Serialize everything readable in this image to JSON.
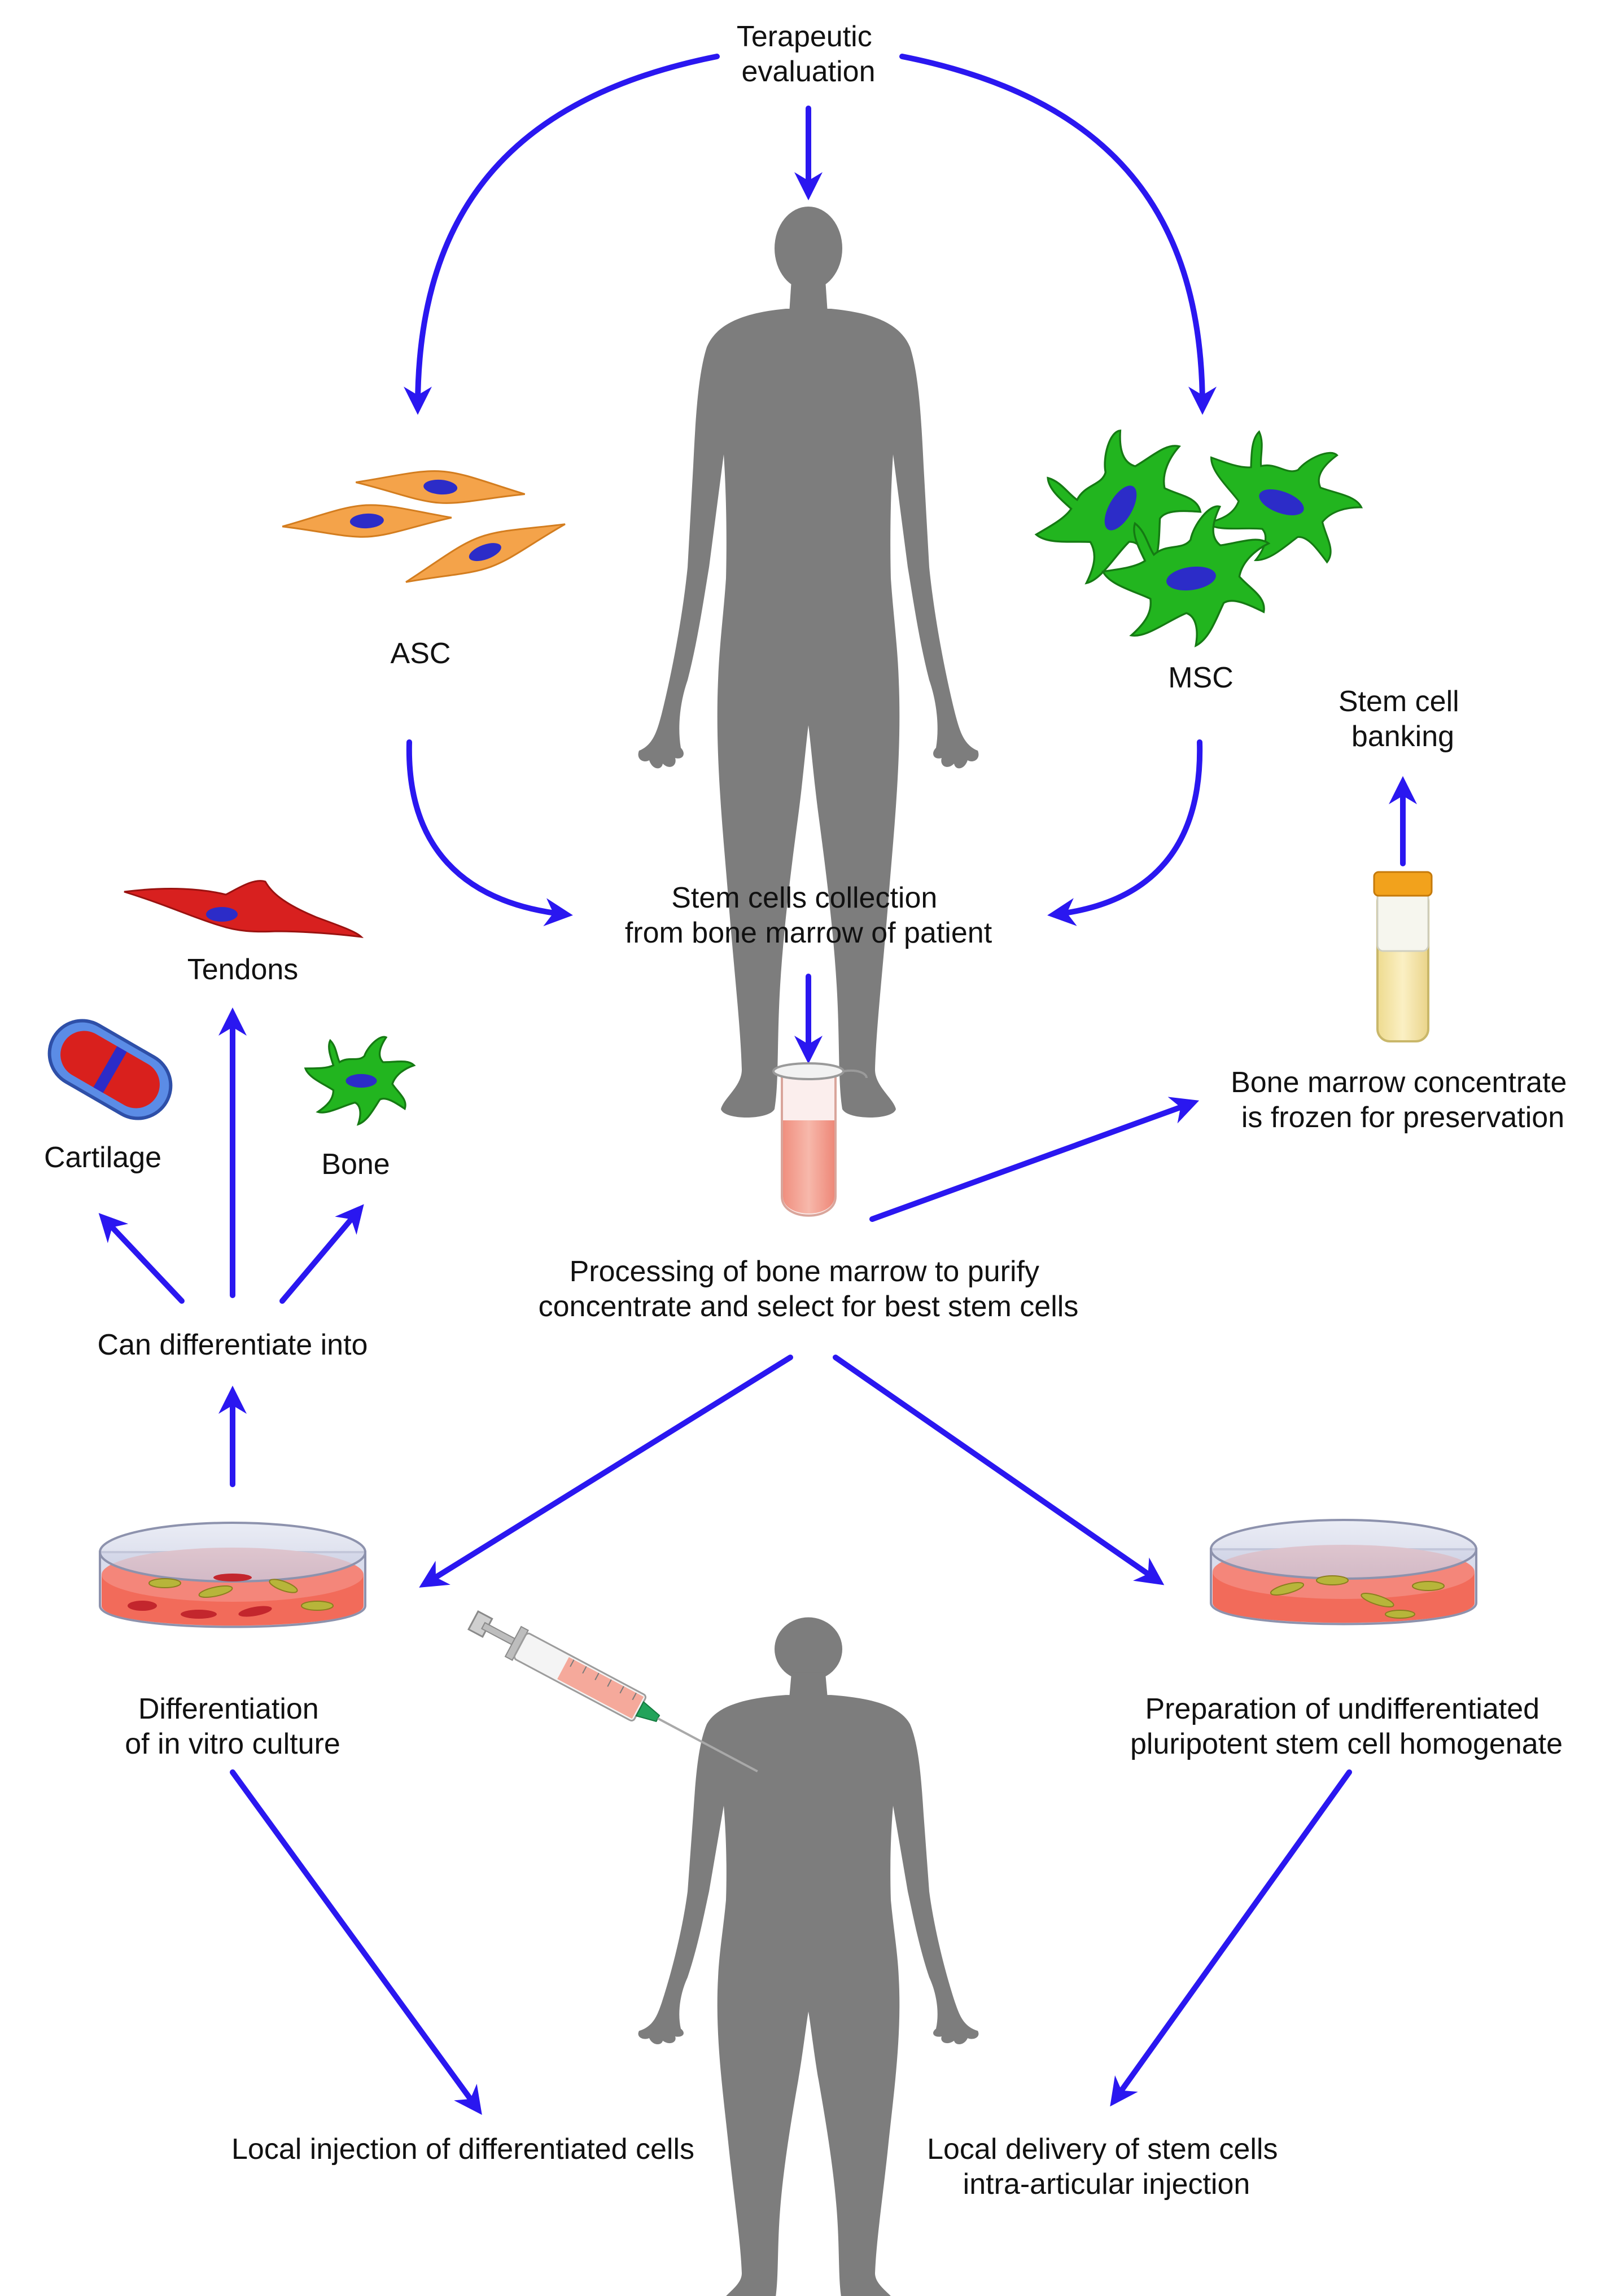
{
  "labels": {
    "therapeutic_evaluation": [
      "Terapeutic",
      "evaluation"
    ],
    "asc": "ASC",
    "msc": "MSC",
    "stem_cell_banking": [
      "Stem cell",
      "banking"
    ],
    "collection": [
      "Stem cells collection",
      "from bone marrow of patient"
    ],
    "tendons": "Tendons",
    "cartilage": "Cartilage",
    "bone": "Bone",
    "frozen": [
      "Bone marrow concentrate",
      "is frozen for preservation"
    ],
    "processing": [
      "Processing of bone marrow to purify",
      "concentrate and select for best stem cells"
    ],
    "can_differentiate": "Can differentiate into",
    "differentiation": [
      "Differentiation",
      "of in vitro culture"
    ],
    "preparation": [
      "Preparation of undifferentiated",
      "pluripotent stem cell homogenate"
    ],
    "local_injection": "Local injection of differentiated cells",
    "local_delivery": [
      "Local delivery of stem cells",
      "intra-articular injection"
    ]
  },
  "colors": {
    "arrow": "#2a17f0",
    "silhouette": "#7d7d7d",
    "asc_cell": "#f4a34a",
    "msc_cell": "#22b51f",
    "tendon_cell": "#d8201f",
    "nucleus": "#2c2cc8",
    "culture_medium": "#f26b5a",
    "tube_fill": "#f5a99b",
    "vial_fill": "#f6e7a6",
    "vial_cap": "#f2a21c"
  },
  "icons": [
    "human-silhouette",
    "asc-cell",
    "msc-cell",
    "tendon-cell",
    "cartilage-capsule",
    "bone-cell",
    "test-tube",
    "cryo-vial",
    "petri-dish",
    "syringe"
  ]
}
